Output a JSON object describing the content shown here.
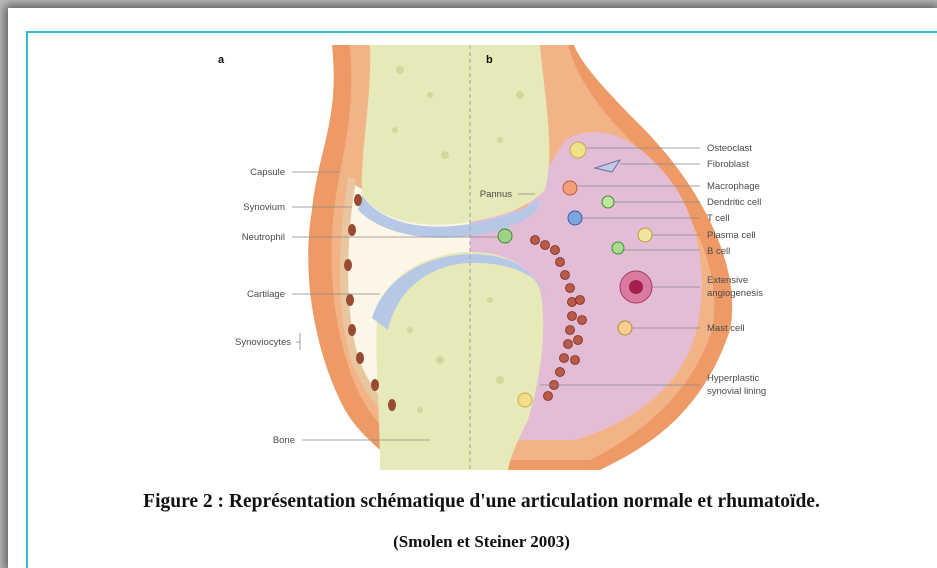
{
  "panels": {
    "a": "a",
    "b": "b"
  },
  "left_labels": {
    "capsule": "Capsule",
    "synovium": "Synovium",
    "neutrophil": "Neutrophil",
    "cartilage": "Cartilage",
    "synoviocytes": "Synoviocytes",
    "bone": "Bone"
  },
  "center_labels": {
    "pannus": "Pannus"
  },
  "right_labels": {
    "osteoclast": "Osteoclast",
    "fibroblast": "Fibroblast",
    "macrophage": "Macrophage",
    "dendritic_cell": "Dendritic cell",
    "t_cell": "T cell",
    "plasma_cell": "Plasma cell",
    "b_cell": "B cell",
    "extensive_line1": "Extensive",
    "extensive_line2": "angiogenesis",
    "mast_cell": "Mast cell",
    "hyperplastic_line1": "Hyperplastic",
    "hyperplastic_line2": "synovial lining"
  },
  "caption": {
    "line1": "Figure 2 : Représentation schématique d'une articulation normale et rhumatoïde.",
    "line2": "(Smolen et Steiner 2003)"
  },
  "colors": {
    "border": "#39b8cf",
    "capsule": "#ee9a66",
    "synovial_fluid": "#fbf6e6",
    "bone": "#e6eab8",
    "cartilage": "#b7c7e6",
    "pannus": "#e3bdd6",
    "synoviocyte": "#9a4a32"
  }
}
